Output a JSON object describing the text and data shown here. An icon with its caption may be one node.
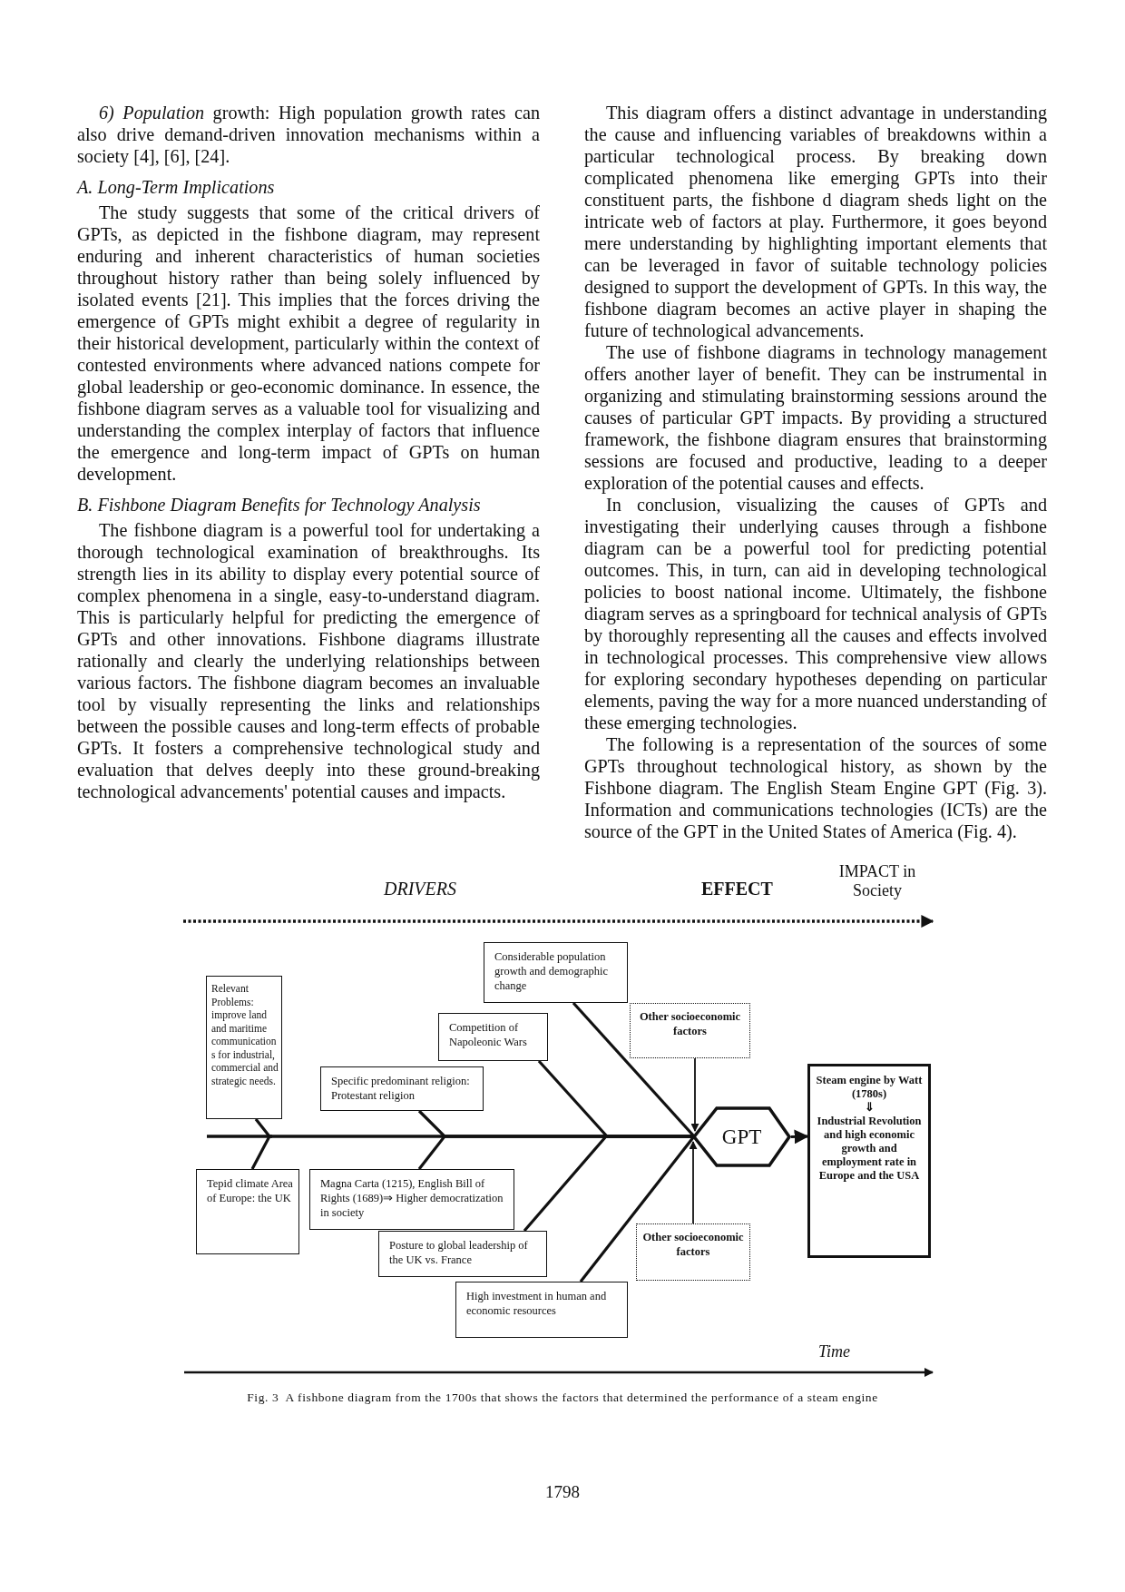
{
  "diagram": {
    "caption": "Fig. 3  A fishbone diagram from the 1700s that shows the factors that determined the performance of a steam engine",
    "nodes": [
      {
        "text": [
          "Relevant Problems: improve land and maritime communication s for industrial, commercial and strategic needs."
        ]
      },
      {
        "text": [
          "Considerable population growth and demographic change"
        ]
      },
      {
        "text": [
          "Competition of Napoleonic Wars"
        ]
      },
      {
        "text": [
          "Specific predominant religion: Protestant religion"
        ]
      },
      {
        "text": [
          "Other socioeconomic factors"
        ]
      },
      {
        "text": [
          "GPT"
        ]
      },
      {
        "text": [
          "Steam engine by Watt (1780s)",
          "⇓",
          "Industrial Revolution and high economic growth and employment rate in Europe and the USA"
        ]
      },
      {
        "text": [
          "Tepid climate Area of Europe: the UK"
        ]
      },
      {
        "text": [
          "Magna Carta (1215), English Bill of Rights (1689)⇒ Higher democratization in society"
        ]
      },
      {
        "text": [
          "Posture to global leadership of the UK vs. France"
        ]
      },
      {
        "text": [
          "High investment in human and economic resources"
        ]
      },
      {
        "text": [
          "Other socioeconomic factors"
        ]
      }
    ],
    "edges": [
      {
        "from": 0,
        "to": 5,
        "arrow": "none"
      },
      {
        "from": 1,
        "to": 5,
        "arrow": "none"
      },
      {
        "from": 2,
        "to": 5,
        "arrow": "none"
      },
      {
        "from": 3,
        "to": 5,
        "arrow": "none"
      },
      {
        "from": 4,
        "to": 5,
        "arrow": "to"
      },
      {
        "from": 5,
        "to": 6,
        "arrow": "to"
      },
      {
        "from": 7,
        "to": 5,
        "arrow": "none"
      },
      {
        "from": 8,
        "to": 5,
        "arrow": "none"
      },
      {
        "from": 9,
        "to": 5,
        "arrow": "none"
      },
      {
        "from": 10,
        "to": 5,
        "arrow": "none"
      },
      {
        "from": 11,
        "to": 5,
        "arrow": "to"
      }
    ],
    "labels": [
      "*6)* *Population* growth: High population growth rates can also drive demand-driven innovation mechanisms within a society [4], [6], [24].",
      "A. Long-Term Implications",
      "The study suggests that some of the critical drivers of GPTs, as depicted in the fishbone diagram, may represent enduring and inherent characteristics of human societies throughout history rather than being solely influenced by isolated events [21]. This implies that the forces driving the emergence of GPTs might exhibit a degree of regularity in their historical development, particularly within the context of contested environments where advanced nations compete for global leadership or geo-economic dominance. In essence, the fishbone diagram serves as a valuable tool for visualizing and understanding the complex interplay of factors that influence the emergence and long-term impact of GPTs on human development.",
      "B. Fishbone Diagram Benefits for Technology Analysis",
      "The fishbone diagram is a powerful tool for undertaking a thorough technological examination of breakthroughs. Its strength lies in its ability to display every potential source of complex phenomena in a single, easy-to-understand diagram. This is particularly helpful for predicting the emergence of GPTs and other innovations. Fishbone diagrams illustrate rationally and clearly the underlying relationships between various factors. The fishbone diagram becomes an invaluable tool by visually representing the links and relationships between the possible causes and long-term effects of probable GPTs. It fosters a comprehensive technological study and evaluation that delves deeply into these ground-breaking technological advancements' potential causes and impacts.",
      "This diagram offers a distinct advantage in understanding the cause and influencing variables of breakdowns within a particular technological process. By breaking down complicated phenomena like emerging GPTs into their constituent parts, the fishbone d diagram sheds light on the intricate web of factors at play. Furthermore, it goes beyond mere understanding by highlighting important elements that can be leveraged in favor of suitable technology policies designed to support the development of GPTs.  In this way, the fishbone diagram becomes an active player in shaping the future of technological advancements.",
      "The use of fishbone diagrams in technology management offers another layer of benefit.  They can be instrumental in organizing and stimulating brainstorming sessions around the causes of particular GPT impacts. By providing a structured framework, the fishbone diagram ensures that brainstorming sessions are focused and productive, leading to a deeper exploration of the potential causes and effects.",
      "In conclusion, visualizing the causes of GPTs and investigating their underlying causes through a fishbone diagram can be a powerful tool for predicting potential outcomes. This, in turn, can aid in developing technological policies to boost national income.  Ultimately, the fishbone diagram serves as a springboard for technical analysis of GPTs by thoroughly representing all the causes and effects involved in technological processes.  This comprehensive view allows for exploring secondary hypotheses depending on particular elements, paving the way for a more nuanced understanding of these emerging technologies.",
      "The following is a representation of the sources of some GPTs throughout technological history, as shown by the Fishbone diagram. The English Steam Engine GPT (Fig. 3). Information and communications technologies (ICTs) are the source of the GPT in the United States of America (Fig. 4).",
      "DRIVERS",
      "EFFECT",
      "IMPACT in Society",
      "Time",
      "1798"
    ]
  }
}
